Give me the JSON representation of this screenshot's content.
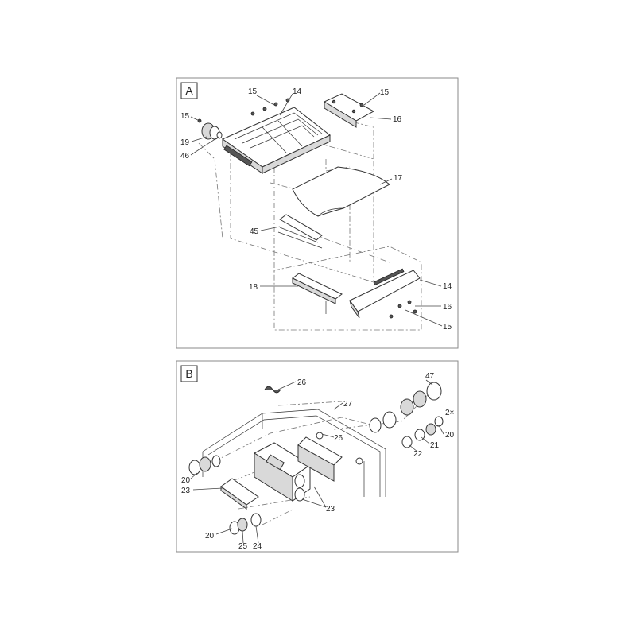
{
  "panels": [
    {
      "tag": "A",
      "callouts": [
        "15",
        "14",
        "15",
        "16",
        "15",
        "19",
        "46",
        "17",
        "45",
        "18",
        "14",
        "16",
        "15"
      ]
    },
    {
      "tag": "B",
      "callouts": [
        "26",
        "47",
        "27",
        "2×",
        "26",
        "20",
        "21",
        "22",
        "20",
        "23",
        "23",
        "20",
        "25",
        "24"
      ]
    }
  ]
}
